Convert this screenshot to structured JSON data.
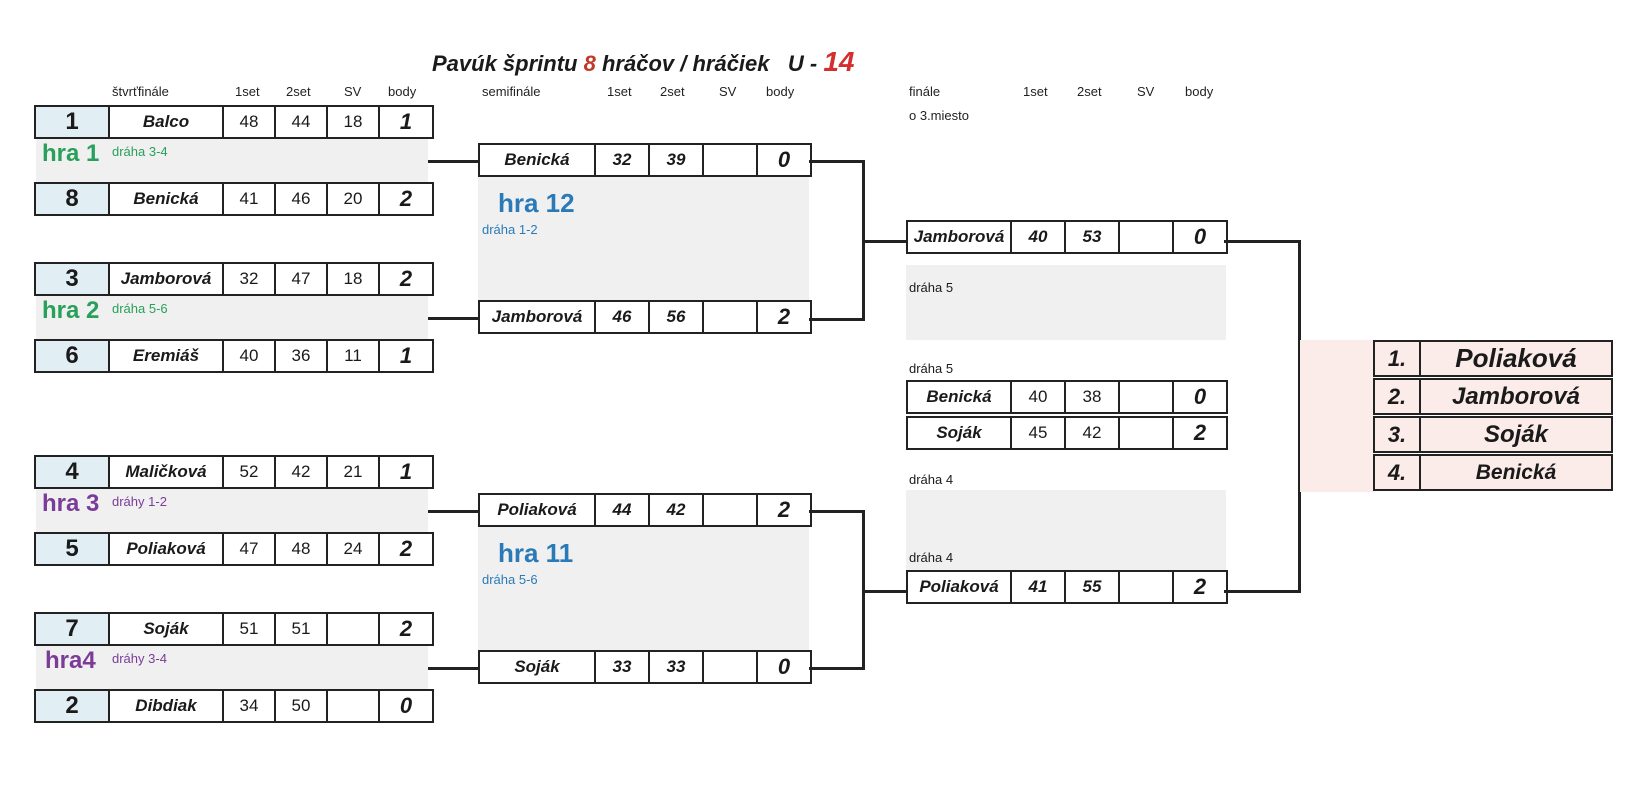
{
  "title": {
    "a": "Pavúk šprintu",
    "b": "8",
    "c": "hráčov / hráčiek",
    "d": "U -",
    "e": "14"
  },
  "headers": {
    "qf": "štvrťfinále",
    "sf": "semifinále",
    "fi": "finále",
    "third": "o 3.miesto",
    "s1": "1set",
    "s2": "2set",
    "sv": "SV",
    "body": "body"
  },
  "qf": [
    {
      "game": "hra 1",
      "lane": "dráha 3-4",
      "top": {
        "seed": "1",
        "name": "Balco",
        "s1": "48",
        "s2": "44",
        "sv": "18",
        "pts": "1"
      },
      "bot": {
        "seed": "8",
        "name": "Benická",
        "s1": "41",
        "s2": "46",
        "sv": "20",
        "pts": "2"
      }
    },
    {
      "game": "hra 2",
      "lane": "dráha 5-6",
      "top": {
        "seed": "3",
        "name": "Jamborová",
        "s1": "32",
        "s2": "47",
        "sv": "18",
        "pts": "2"
      },
      "bot": {
        "seed": "6",
        "name": "Eremiáš",
        "s1": "40",
        "s2": "36",
        "sv": "11",
        "pts": "1"
      }
    },
    {
      "game": "hra 3",
      "lane": "dráhy 1-2",
      "top": {
        "seed": "4",
        "name": "Maličková",
        "s1": "52",
        "s2": "42",
        "sv": "21",
        "pts": "1"
      },
      "bot": {
        "seed": "5",
        "name": "Poliaková",
        "s1": "47",
        "s2": "48",
        "sv": "24",
        "pts": "2"
      }
    },
    {
      "game": "hra4",
      "lane": "dráhy 3-4",
      "top": {
        "seed": "7",
        "name": "Soják",
        "s1": "51",
        "s2": "51",
        "sv": "",
        "pts": "2"
      },
      "bot": {
        "seed": "2",
        "name": "Dibdiak",
        "s1": "34",
        "s2": "50",
        "sv": "",
        "pts": "0"
      }
    }
  ],
  "sf": [
    {
      "game": "hra 12",
      "lane": "dráha 1-2",
      "top": {
        "name": "Benická",
        "s1": "32",
        "s2": "39",
        "sv": "",
        "pts": "0"
      },
      "bot": {
        "name": "Jamborová",
        "s1": "46",
        "s2": "56",
        "sv": "",
        "pts": "2"
      }
    },
    {
      "game": "hra 11",
      "lane": "dráha 5-6",
      "top": {
        "name": "Poliaková",
        "s1": "44",
        "s2": "42",
        "sv": "",
        "pts": "2"
      },
      "bot": {
        "name": "Soják",
        "s1": "33",
        "s2": "33",
        "sv": "",
        "pts": "0"
      }
    }
  ],
  "final": {
    "lane_top": "dráha 5",
    "lane_bot": "dráha 4",
    "top": {
      "name": "Jamborová",
      "s1": "40",
      "s2": "53",
      "sv": "",
      "pts": "0"
    },
    "bot": {
      "name": "Poliaková",
      "s1": "41",
      "s2": "55",
      "sv": "",
      "pts": "2"
    }
  },
  "third": {
    "lane": "dráha 5",
    "lane2": "dráha 4",
    "top": {
      "name": "Benická",
      "s1": "40",
      "s2": "38",
      "sv": "",
      "pts": "0"
    },
    "bot": {
      "name": "Soják",
      "s1": "45",
      "s2": "42",
      "sv": "",
      "pts": "2"
    }
  },
  "standings": [
    {
      "place": "1.",
      "name": "Poliaková"
    },
    {
      "place": "2.",
      "name": "Jamborová"
    },
    {
      "place": "3.",
      "name": "Soják"
    },
    {
      "place": "4.",
      "name": "Benická"
    }
  ]
}
